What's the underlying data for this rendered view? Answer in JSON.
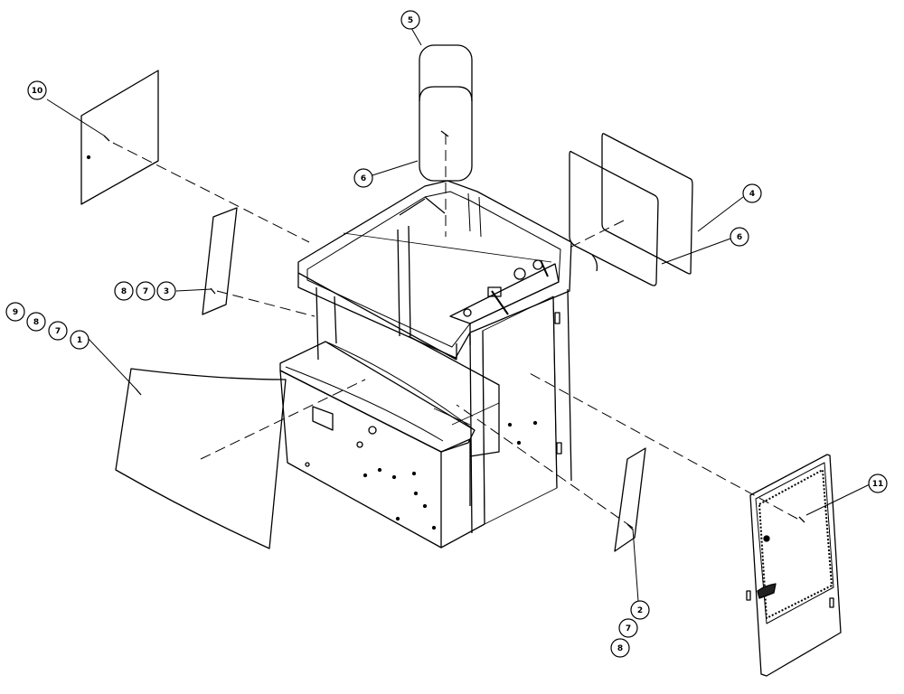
{
  "diagram": {
    "callouts": [
      {
        "id": "c5",
        "label": "5"
      },
      {
        "id": "c10",
        "label": "10"
      },
      {
        "id": "c6top",
        "label": "6"
      },
      {
        "id": "c4",
        "label": "4"
      },
      {
        "id": "c6right",
        "label": "6"
      },
      {
        "id": "c8a",
        "label": "8"
      },
      {
        "id": "c7a",
        "label": "7"
      },
      {
        "id": "c3",
        "label": "3"
      },
      {
        "id": "c9",
        "label": "9"
      },
      {
        "id": "c8b",
        "label": "8"
      },
      {
        "id": "c7b",
        "label": "7"
      },
      {
        "id": "c1",
        "label": "1"
      },
      {
        "id": "c11",
        "label": "11"
      },
      {
        "id": "c2",
        "label": "2"
      },
      {
        "id": "c7c",
        "label": "7"
      },
      {
        "id": "c8c",
        "label": "8"
      }
    ]
  }
}
